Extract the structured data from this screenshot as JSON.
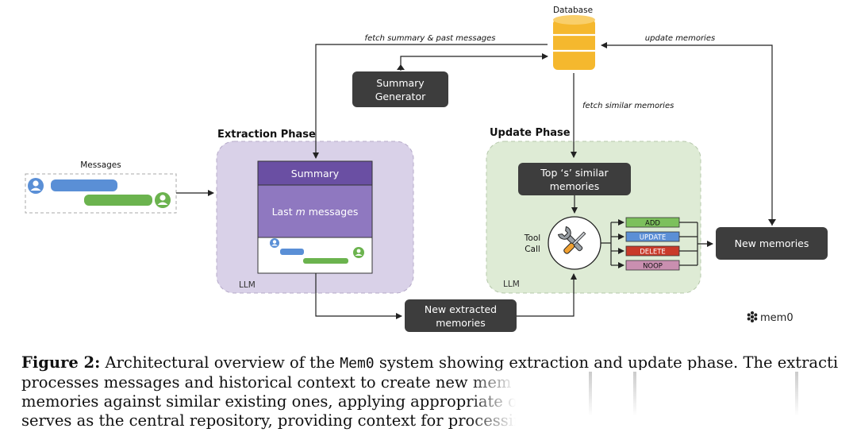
{
  "diagram": {
    "database_label": "Database",
    "fetch_summary_label": "fetch summary & past messages",
    "update_memories_label": "update memories",
    "fetch_similar_label": "fetch similar memories",
    "summary_generator": [
      "Summary",
      "Generator"
    ],
    "messages_label": "Messages",
    "extraction_phase": {
      "title": "Extraction Phase",
      "summary": "Summary",
      "last_messages_prefix": "Last ",
      "last_messages_m": "m",
      "last_messages_suffix": " messages",
      "llm": "LLM"
    },
    "update_phase": {
      "title": "Update Phase",
      "top_similar": [
        "Top ‘s’ similar",
        "memories"
      ],
      "tool_call": [
        "Tool",
        "Call"
      ],
      "operations": [
        {
          "label": "ADD",
          "color": "#7cc05c"
        },
        {
          "label": "UPDATE",
          "color": "#5b8fd6"
        },
        {
          "label": "DELETE",
          "color": "#c93a2a"
        },
        {
          "label": "NOOP",
          "color": "#c98fb0"
        }
      ],
      "llm": "LLM"
    },
    "new_extracted": [
      "New extracted",
      "memories"
    ],
    "new_memories": "New memories",
    "brand": "mem0",
    "colors": {
      "dark_box": "#3d3d3d",
      "extraction_bg": "#d9d1e8",
      "update_bg": "#deebd5",
      "summary_purple": "#6a4fa3",
      "messages_purple": "#8f78c0",
      "database_gold": "#f5b82e",
      "user_blue": "#5a8fd6",
      "assistant_green": "#6bb34e"
    },
    "icons": [
      "user-icon",
      "assistant-icon",
      "database-icon",
      "tools-icon",
      "mem0-logo-icon"
    ]
  },
  "caption": {
    "label": "Figure 2:",
    "line1_a": " Architectural overview of the ",
    "line1_mono": "Mem0",
    "line1_b": " system showing extraction and update phase. The extraction phase",
    "line2": "processes messages and historical context to create new mem",
    "line3": "memories against similar existing ones, applying appropriate oper",
    "line4": "serves as the central repository, providing context for processing"
  }
}
